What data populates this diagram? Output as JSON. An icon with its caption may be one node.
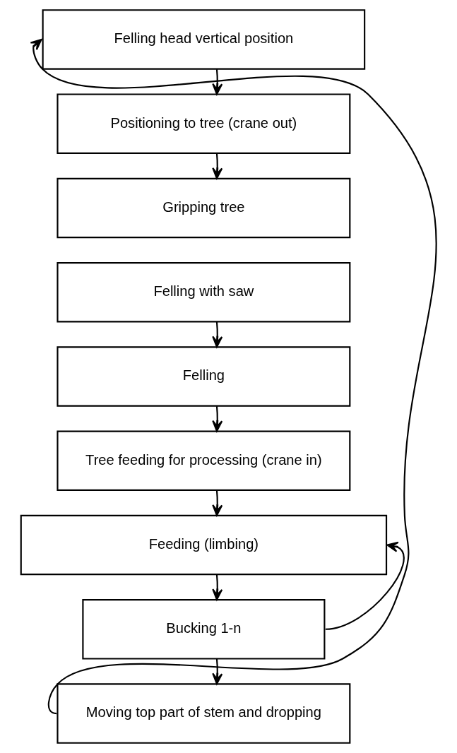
{
  "diagram": {
    "nodes": [
      {
        "text": [
          "Felling head vertical position"
        ]
      },
      {
        "text": [
          "Positioning to tree (crane out)"
        ]
      },
      {
        "text": [
          "Gripping tree"
        ]
      },
      {
        "text": [
          "Felling with saw"
        ]
      },
      {
        "text": [
          "Felling"
        ]
      },
      {
        "text": [
          "Tree feeding for processing (crane in)"
        ]
      },
      {
        "text": [
          "Feeding (limbing)"
        ]
      },
      {
        "text": [
          "Bucking 1-n"
        ]
      },
      {
        "text": [
          "Moving top part of stem and dropping"
        ]
      }
    ],
    "edges": [
      {
        "from": 0,
        "to": 1,
        "arrow": "to"
      },
      {
        "from": 1,
        "to": 2,
        "arrow": "to"
      },
      {
        "from": 3,
        "to": 4,
        "arrow": "to"
      },
      {
        "from": 4,
        "to": 5,
        "arrow": "to"
      },
      {
        "from": 5,
        "to": 6,
        "arrow": "to"
      },
      {
        "from": 6,
        "to": 7,
        "arrow": "to"
      },
      {
        "from": 7,
        "to": 6,
        "arrow": "to"
      },
      {
        "from": 7,
        "to": 8,
        "arrow": "to"
      },
      {
        "from": 8,
        "to": 0,
        "arrow": "to"
      }
    ]
  }
}
